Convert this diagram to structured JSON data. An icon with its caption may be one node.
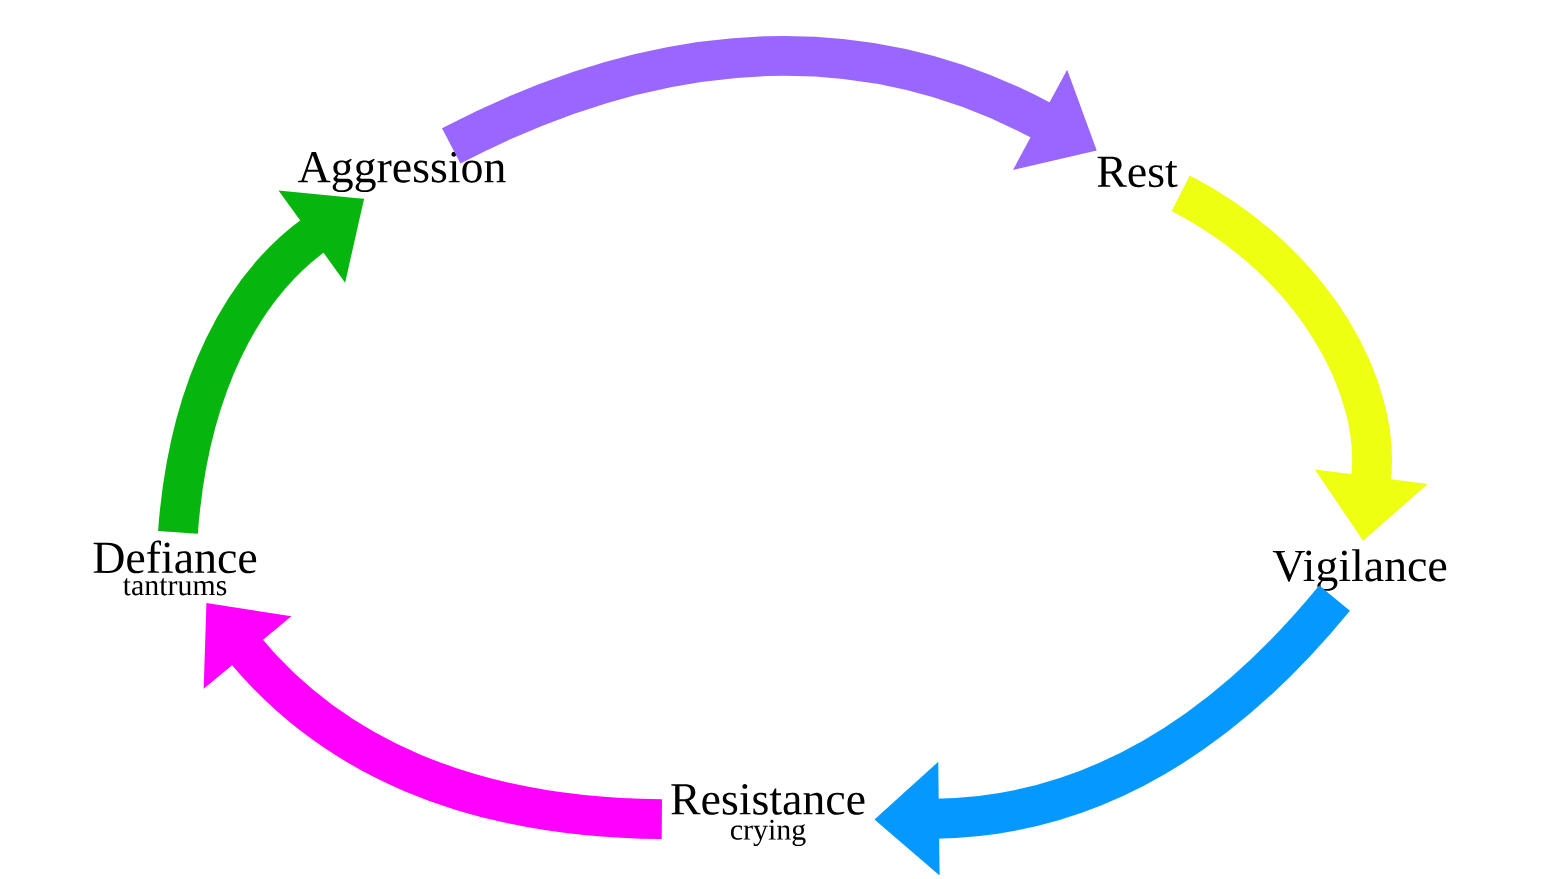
{
  "diagram": {
    "nodes": [
      {
        "text": [
          "Aggression"
        ]
      },
      {
        "text": [
          "Rest"
        ]
      },
      {
        "text": [
          "Vigilance"
        ]
      },
      {
        "text": [
          "Resistance",
          "crying"
        ]
      },
      {
        "text": [
          "Defiance",
          "tantrums"
        ]
      }
    ],
    "edges": [
      {
        "from": 0,
        "to": 1,
        "arrow": "to",
        "color": "#9966ff"
      },
      {
        "from": 1,
        "to": 2,
        "arrow": "to",
        "color": "#eeff11"
      },
      {
        "from": 2,
        "to": 3,
        "arrow": "to",
        "color": "#0599ff"
      },
      {
        "from": 3,
        "to": 4,
        "arrow": "to",
        "color": "#ff00ff"
      },
      {
        "from": 4,
        "to": 0,
        "arrow": "to",
        "color": "#06b50e"
      }
    ]
  }
}
